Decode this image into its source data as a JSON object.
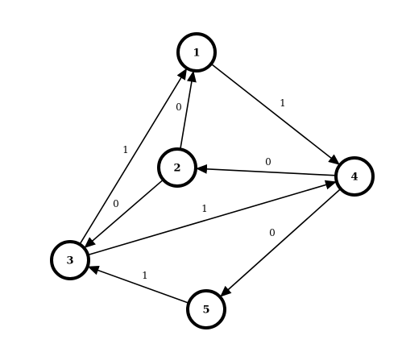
{
  "graph": {
    "nodes": [
      {
        "id": "n1",
        "label": "1"
      },
      {
        "id": "n2",
        "label": "2"
      },
      {
        "id": "n3",
        "label": "3"
      },
      {
        "id": "n4",
        "label": "4"
      },
      {
        "id": "n5",
        "label": "5"
      }
    ],
    "edges": [
      {
        "id": "e1-4",
        "from": "n1",
        "to": "n4",
        "weight": "1"
      },
      {
        "id": "e2-1",
        "from": "n2",
        "to": "n1",
        "weight": "0"
      },
      {
        "id": "e3-1",
        "from": "n3",
        "to": "n1",
        "weight": "1"
      },
      {
        "id": "e4-2",
        "from": "n4",
        "to": "n2",
        "weight": "0"
      },
      {
        "id": "e2-3",
        "from": "n2",
        "to": "n3",
        "weight": "0"
      },
      {
        "id": "e3-4",
        "from": "n3",
        "to": "n4",
        "weight": "1"
      },
      {
        "id": "e4-5",
        "from": "n4",
        "to": "n5",
        "weight": "0"
      },
      {
        "id": "e5-3",
        "from": "n5",
        "to": "n3",
        "weight": "1"
      }
    ],
    "colors": {
      "stroke": "#000000",
      "node_fill": "#ffffff",
      "background": "#ffffff"
    }
  }
}
